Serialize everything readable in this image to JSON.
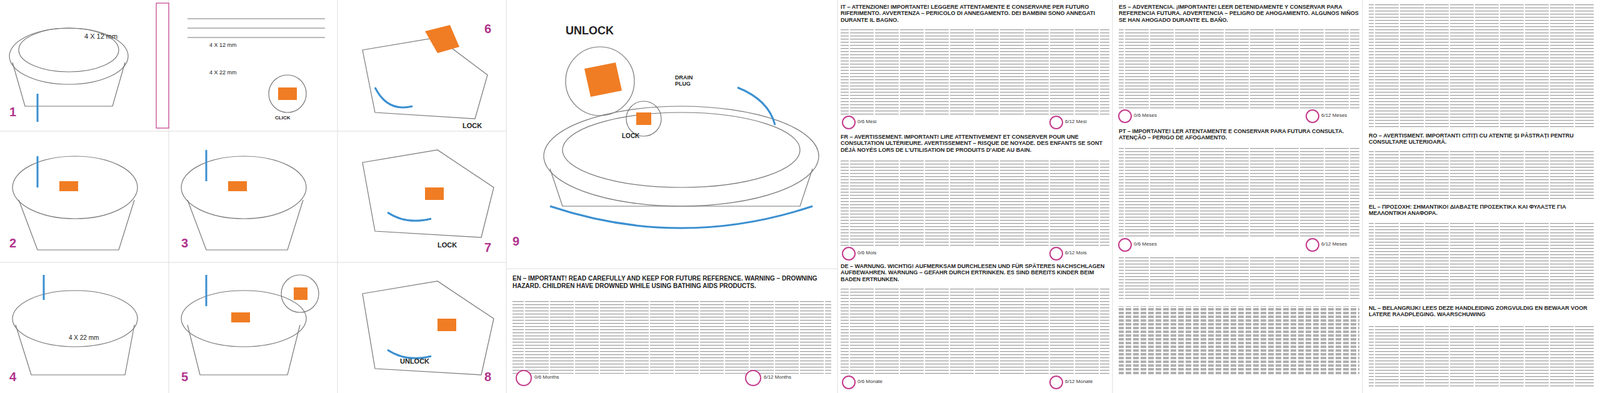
{
  "diagram": {
    "labels": [
      "1",
      "4 X 12 mm",
      "4 X 12 mm",
      "4 X 22 mm",
      "2",
      "3",
      "CLICK",
      "4",
      "5",
      "4 X 22 mm",
      "6",
      "7",
      "8",
      "LOCK",
      "LOCK",
      "UNLOCK",
      "9",
      "UNLOCK",
      "DRAIN PLUG",
      "LOCK",
      "EN – IMPORTANT! READ CAREFULLY AND KEEP FOR FUTURE REFERENCE. WARNING – DROWNING HAZARD. CHILDREN HAVE DROWNED WHILE USING BATHING AIDS PRODUCTS.",
      "0/6 Months",
      "6/12 Months",
      "IT – ATTENZIONE! IMPORTANTE! LEGGERE ATTENTAMENTE E CONSERVARE PER FUTURO RIFERIMENTO. AVVERTENZA – PERICOLO DI ANNEGAMENTO. DEI BAMBINI SONO ANNEGATI DURANTE IL BAGNO.",
      "0/6 Mesi",
      "6/12 Mesi",
      "FR – AVERTISSEMENT. IMPORTANT! LIRE ATTENTIVEMENT ET CONSERVER POUR UNE CONSULTATION ULTÉRIEURE. AVERTISSEMENT – RISQUE DE NOYADE. DES ENFANTS SE SONT DÉJÀ NOYÉS LORS DE L'UTILISATION DE PRODUITS D'AIDE AU BAIN.",
      "0/6 Mois",
      "6/12 Mois",
      "DE – WARNUNG. WICHTIG! AUFMERKSAM DURCHLESEN UND FÜR SPÄTERES NACHSCHLAGEN AUFBEWAHREN. WARNUNG – GEFAHR DURCH ERTRINKEN. ES SIND BEREITS KINDER BEIM BADEN ERTRUNKEN.",
      "0/6 Monate",
      "6/12 Monate",
      "ES – ADVERTENCIA. ¡IMPORTANTE! LEER DETENIDAMENTE Y CONSERVAR PARA REFERENCIA FUTURA. ADVERTENCIA – PELIGRO DE AHOGAMIENTO. ALGUNOS NIÑOS SE HAN AHOGADO DURANTE EL BAÑO.",
      "0/6 Meses",
      "6/12 Meses",
      "PT – IMPORTANTE! LER ATENTAMENTE E CONSERVAR PARA FUTURA CONSULTA. ATENÇÃO – PERIGO DE AFOGAMENTO.",
      "0/6 Meses",
      "6/12 Meses",
      "RO – AVERTISMENT. IMPORTANT! CITIȚI CU ATENTIE ȘI PĂSTRAȚI PENTRU CONSULTARE ULTERIOARĂ.",
      "EL – ΠΡΟΣΟΧΗ: ΣΗΜΑΝΤΙΚΟ! ΔΙΑΒΑΣΤΕ ΠΡΟΣΕΚΤΙΚΑ ΚΑΙ ΦΥΛΑΞΤΕ ΓΙΑ ΜΕΛΛΟΝΤΙΚΗ ΑΝΑΦΟΡΑ.",
      "NL – BELANGRIJK! LEES DEZE HANDLEIDING ZORGVULDIG EN BEWAAR VOOR LATERE RAADPLEGING. WAARSCHUWING"
    ]
  }
}
